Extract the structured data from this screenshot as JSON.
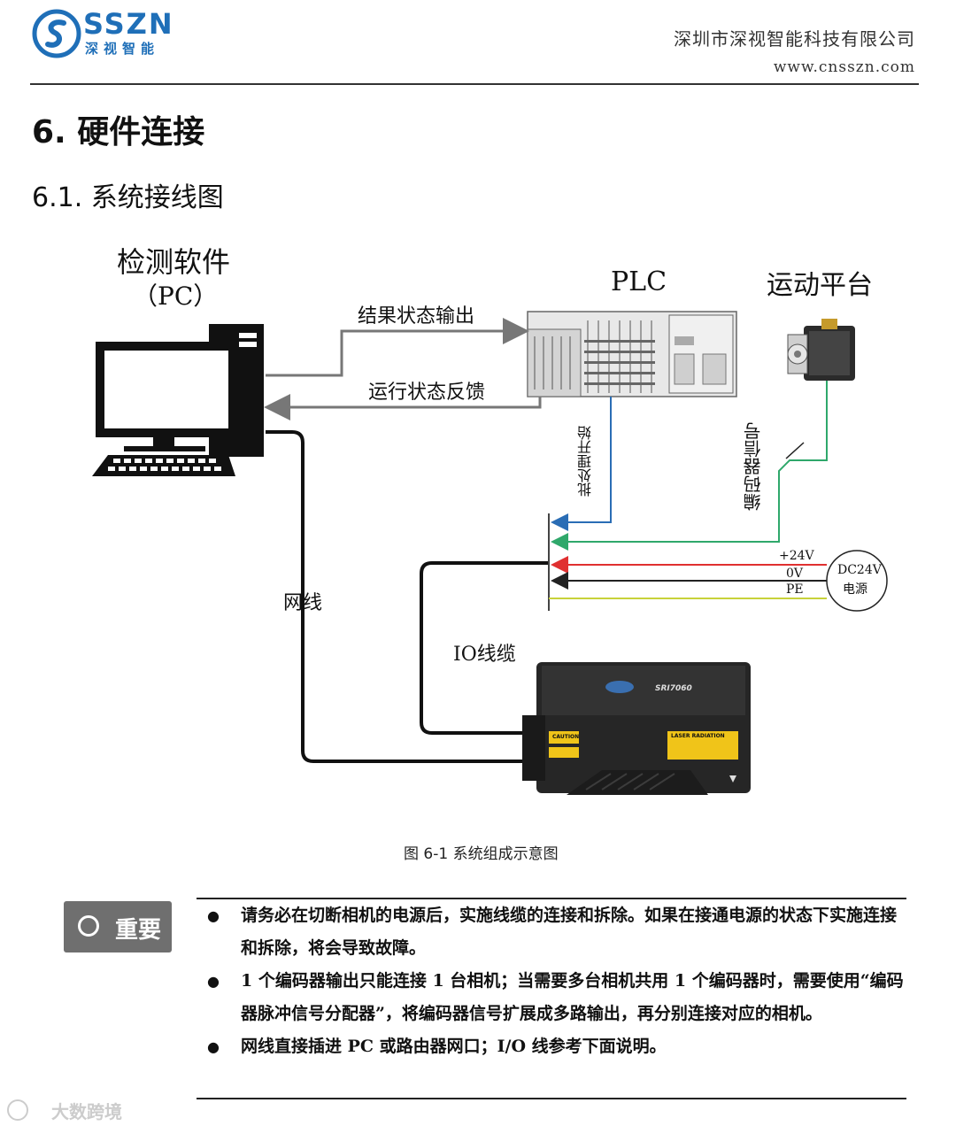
{
  "header": {
    "logo_main": "SSZN",
    "logo_sub": "深视智能",
    "company_name": "深圳市深视智能科技有限公司",
    "website": "www.cnsszn.com"
  },
  "section": {
    "h1": "6. 硬件连接",
    "h2": "6.1. 系统接线图"
  },
  "diagram": {
    "pc_label": "检测软件",
    "pc_sub": "（PC）",
    "plc_label": "PLC",
    "motion_label": "运动平台",
    "result_output": "结果状态输出",
    "status_feedback": "运行状态反馈",
    "batch_start": "批处理开始",
    "encoder_signal": "编码器信号",
    "plus24v": "+24V",
    "zero_v": "0V",
    "pe": "PE",
    "power_line1": "DC24V",
    "power_line2": "电源",
    "network_cable": "网线",
    "io_cable": "IO线缆",
    "camera_model": "SRI7060",
    "caution_label": "CAUTION",
    "laser_label": "LASER RADIATION",
    "colors": {
      "blue": "#2a6db5",
      "green": "#2fa86b",
      "red": "#e03030",
      "yellow": "#c8d23a"
    }
  },
  "figure_caption": "图 6-1 系统组成示意图",
  "important": {
    "badge_label": "重要",
    "items": [
      "请务必在切断相机的电源后，实施线缆的连接和拆除。如果在接通电源的状态下实施连接和拆除，将会导致故障。",
      "1 个编码器输出只能连接 1 台相机；当需要多台相机共用 1 个编码器时，需要使用“编码器脉冲信号分配器”，将编码器信号扩展成多路输出，再分别连接对应的相机。",
      "网线直接插进 PC 或路由器网口；I/O 线参考下面说明。"
    ]
  },
  "watermark": {
    "text": "大数跨境"
  }
}
